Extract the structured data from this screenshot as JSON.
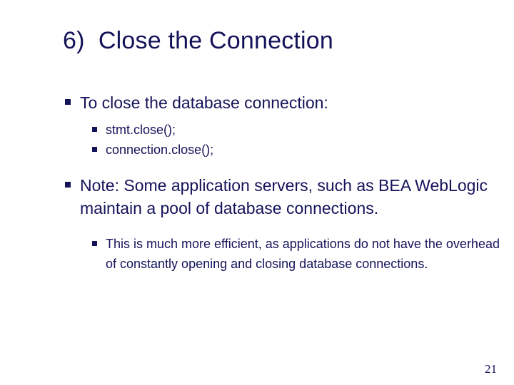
{
  "slide": {
    "title": "6)  Close the Connection",
    "page_number": "21",
    "text_color": "#14135a",
    "background_color": "#ffffff",
    "bullet_glyph": "square-bullet",
    "blocks": [
      {
        "level": 1,
        "name": "bullet-close-connection",
        "text": "To close the database connection:"
      },
      {
        "level": 2,
        "name": "bullet-stmt-close",
        "text": "stmt.close();"
      },
      {
        "level": 2,
        "name": "bullet-connection-close",
        "text": "connection.close();"
      },
      {
        "level": 1,
        "name": "bullet-note-pooling",
        "text": "Note:  Some application servers, such as BEA WebLogic maintain a pool of database connections."
      },
      {
        "level": 2,
        "name": "bullet-efficiency",
        "text": "This is much more efficient, as applications do not have the overhead of constantly opening and closing database connections."
      }
    ]
  }
}
